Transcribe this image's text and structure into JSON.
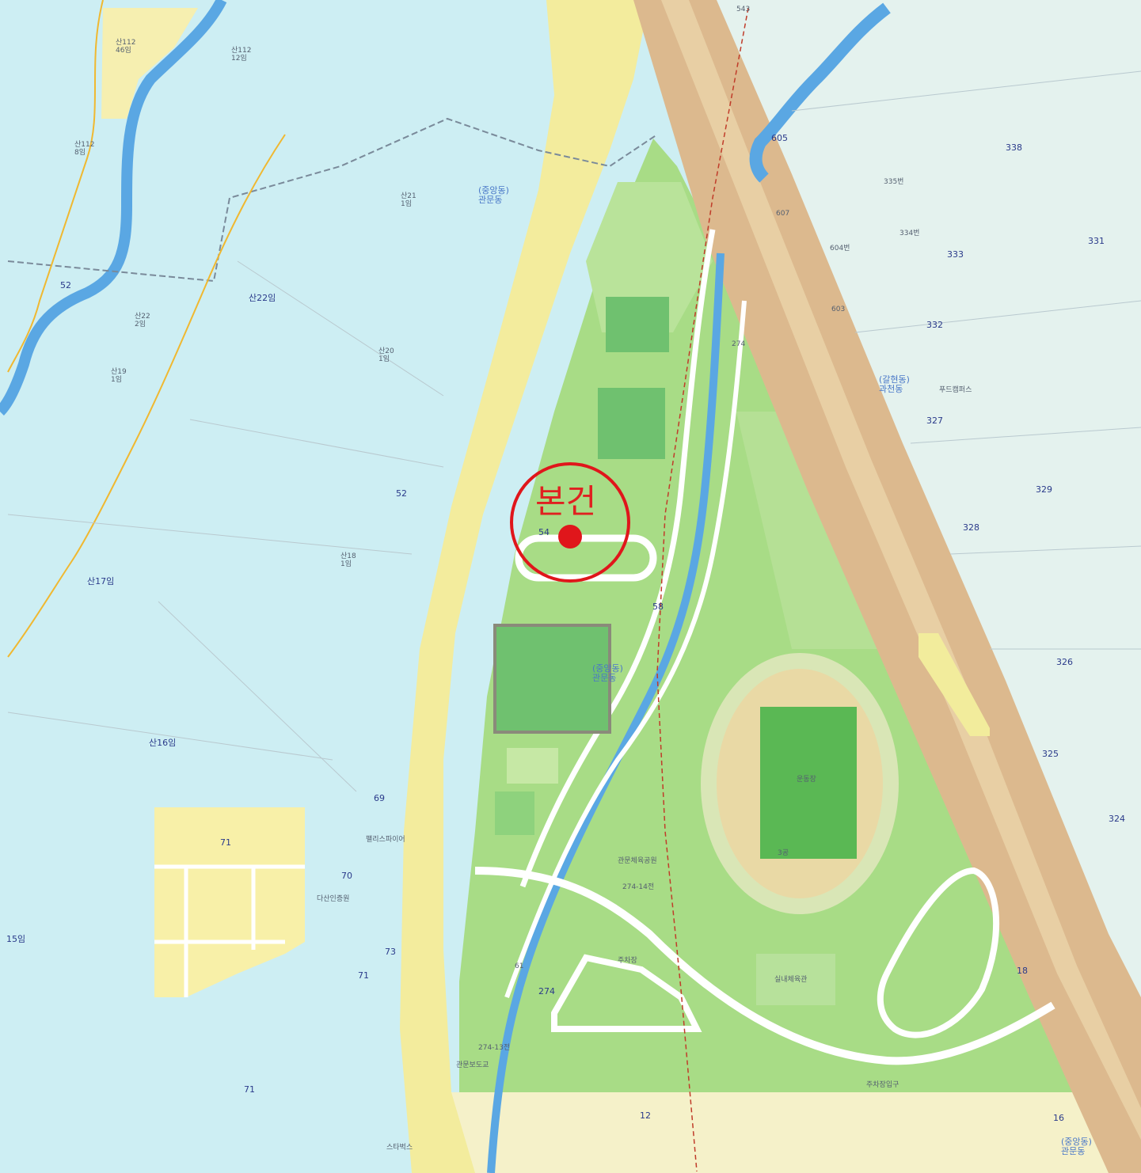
{
  "marker": {
    "label": "본건",
    "color": "#e0161b"
  },
  "colors": {
    "water_area": "#cdeef3",
    "park": "#a8dc86",
    "park_light": "#c4e8a6",
    "river": "#5aa7e3",
    "road_yellow": "#f3ec9d",
    "rail": "#dcb98e",
    "urban": "#e4f2ee",
    "residential": "#f8f0a8"
  },
  "labels": {
    "l01": "산112\n46임",
    "l02": "산112\n8임",
    "l03": "산112\n12임",
    "l04": "산22임",
    "l05": "산21\n1임",
    "l06": "산20\n1임",
    "l07": "산22\n2임",
    "l08": "산19\n1임",
    "l09": "산18\n1임",
    "l10": "산17임",
    "l11": "산16임",
    "l12": "15임",
    "l13": "52",
    "l14": "52",
    "l15": "69",
    "l16": "70",
    "l17": "71",
    "l18": "71",
    "l19": "71",
    "l20": "73",
    "l21": "543",
    "l22": "605",
    "l23": "607",
    "l24": "603",
    "l25": "338",
    "l26": "331",
    "l27": "333",
    "l28": "332",
    "l29": "327",
    "l30": "329",
    "l31": "328",
    "l32": "326",
    "l33": "325",
    "l34": "324",
    "l35": "274",
    "l36": "274",
    "l37": "54",
    "l38": "58",
    "l39": "61",
    "l40": "3공",
    "l41": "18",
    "l42": "16",
    "l43": "12",
    "l44": "(중앙동)\n관문동",
    "l45": "(중앙동)\n관문동",
    "l46": "(갈현동)\n과천동",
    "l47": "푸드캠퍼스",
    "l48": "운동장",
    "l49": "관문체육공원",
    "l50": "실내체육관",
    "l51": "다산인증원",
    "l52": "스타벅스",
    "l53": "주차장입구",
    "l54": "604번",
    "l55": "334번",
    "l56": "335번",
    "l57": "주차장",
    "l58": "(중앙동)\n관문동",
    "l59": "팰리스파이어",
    "l60": "관문보도교",
    "l61": "274-14전",
    "l62": "274-13전"
  }
}
